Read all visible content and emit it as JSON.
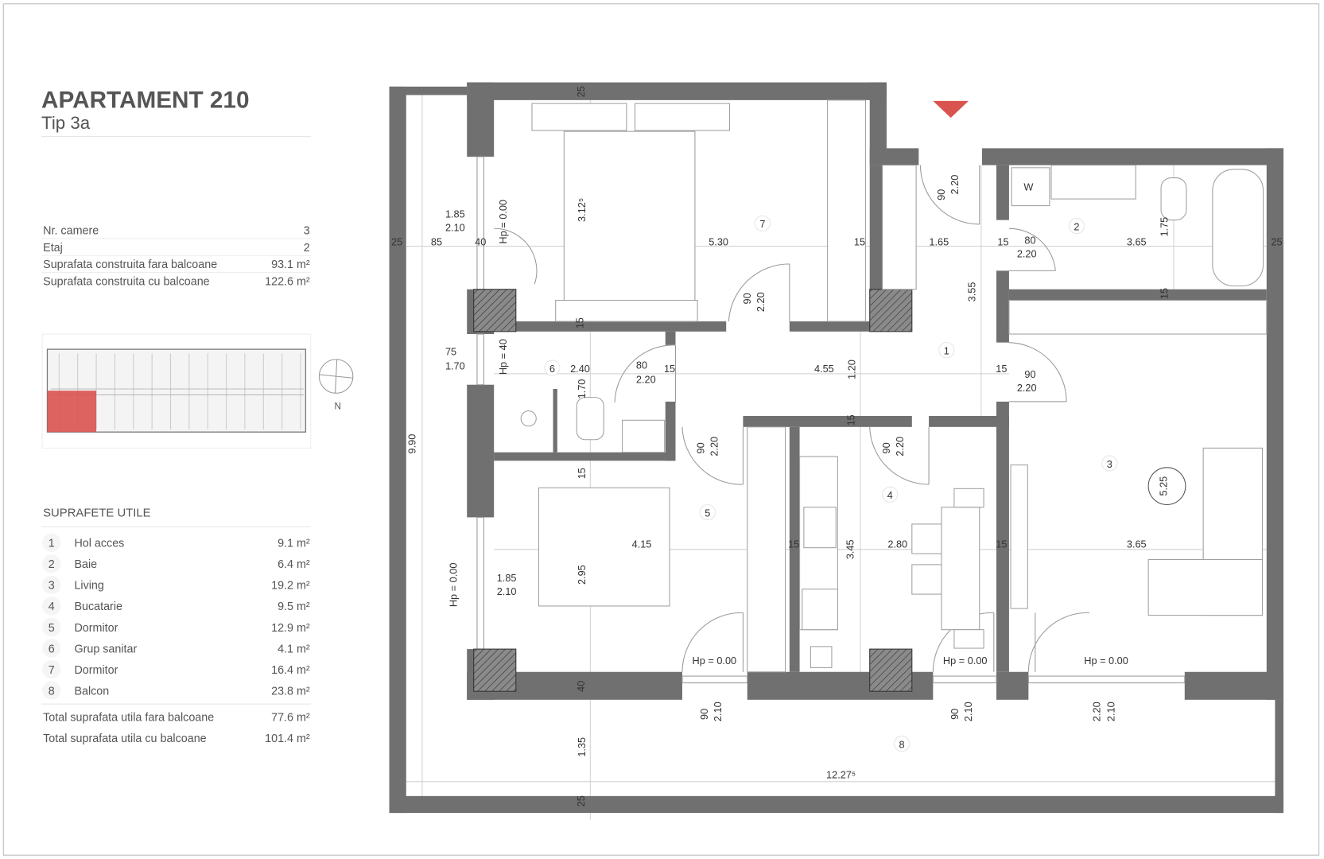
{
  "header": {
    "title": "APARTAMENT 210",
    "subtitle": "Tip 3a"
  },
  "info": [
    {
      "label": "Nr. camere",
      "value": "3"
    },
    {
      "label": "Etaj",
      "value": "2"
    },
    {
      "label": "Suprafata construita fara balcoane",
      "value": "93.1 m²"
    },
    {
      "label": "Suprafata construita cu balcoane",
      "value": "122.6 m²"
    }
  ],
  "key_plan": {
    "compass_label": "N",
    "highlight_color": "#d9534f"
  },
  "areas": {
    "title": "SUPRAFETE UTILE",
    "rooms": [
      {
        "num": "1",
        "name": "Hol acces",
        "area": "9.1 m²"
      },
      {
        "num": "2",
        "name": "Baie",
        "area": "6.4 m²"
      },
      {
        "num": "3",
        "name": "Living",
        "area": "19.2 m²"
      },
      {
        "num": "4",
        "name": "Bucatarie",
        "area": "9.5 m²"
      },
      {
        "num": "5",
        "name": "Dormitor",
        "area": "12.9 m²"
      },
      {
        "num": "6",
        "name": "Grup sanitar",
        "area": "4.1 m²"
      },
      {
        "num": "7",
        "name": "Dormitor",
        "area": "16.4 m²"
      },
      {
        "num": "8",
        "name": "Balcon",
        "area": "23.8 m²"
      }
    ],
    "totals": [
      {
        "label": "Total suprafata utila fara balcoane",
        "value": "77.6 m²"
      },
      {
        "label": "Total suprafata utila cu balcoane",
        "value": "101.4 m²"
      }
    ]
  },
  "plan": {
    "entrance_color": "#d9534f",
    "wall_color": "#707070",
    "room_numbers": [
      "7",
      "2",
      "6",
      "1",
      "3",
      "5",
      "4",
      "8"
    ],
    "wc_label": "W",
    "labels": [
      "25",
      "1.85",
      "2.10",
      "Hp = 0.00",
      "3.12⁵",
      "25",
      "85",
      "40",
      "5.30",
      "15",
      "1.65",
      "15",
      "3.65",
      "25",
      "90",
      "2.20",
      "80",
      "2.20",
      "1.75",
      "3.55",
      "15",
      "90",
      "2.20",
      "15",
      "75",
      "1.70",
      "Hp = 40",
      "2.40",
      "80",
      "2.20",
      "15",
      "4.55",
      "1.20",
      "15",
      "90",
      "2.20",
      "1.70",
      "9.90",
      "90",
      "2.20",
      "15",
      "90",
      "2.20",
      "15",
      "5.25",
      "4.15",
      "15",
      "3.45",
      "2.80",
      "15",
      "3.65",
      "2.95",
      "1.85",
      "2.10",
      "Hp = 0.00",
      "Hp = 0.00",
      "Hp = 0.00",
      "Hp = 0.00",
      "40",
      "90",
      "2.10",
      "90",
      "2.10",
      "2.20",
      "2.10",
      "1.35",
      "12.27⁵",
      "25"
    ]
  }
}
